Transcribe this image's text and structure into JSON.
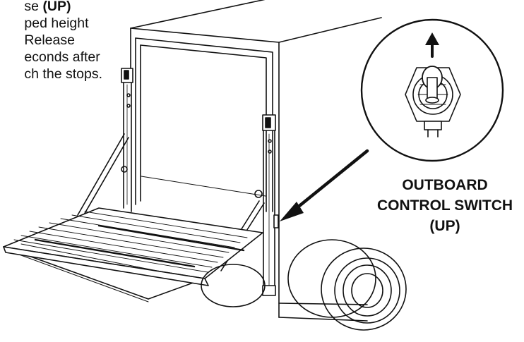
{
  "instructions": {
    "line1_prefix": "se ",
    "line1_bold": "(UP)",
    "line2": "ped height",
    "line3": "Release",
    "line4": "econds after",
    "line5": "ch the stops."
  },
  "callout": {
    "line1": "OUTBOARD",
    "line2": "CONTROL SWITCH",
    "line3": "(UP)"
  }
}
